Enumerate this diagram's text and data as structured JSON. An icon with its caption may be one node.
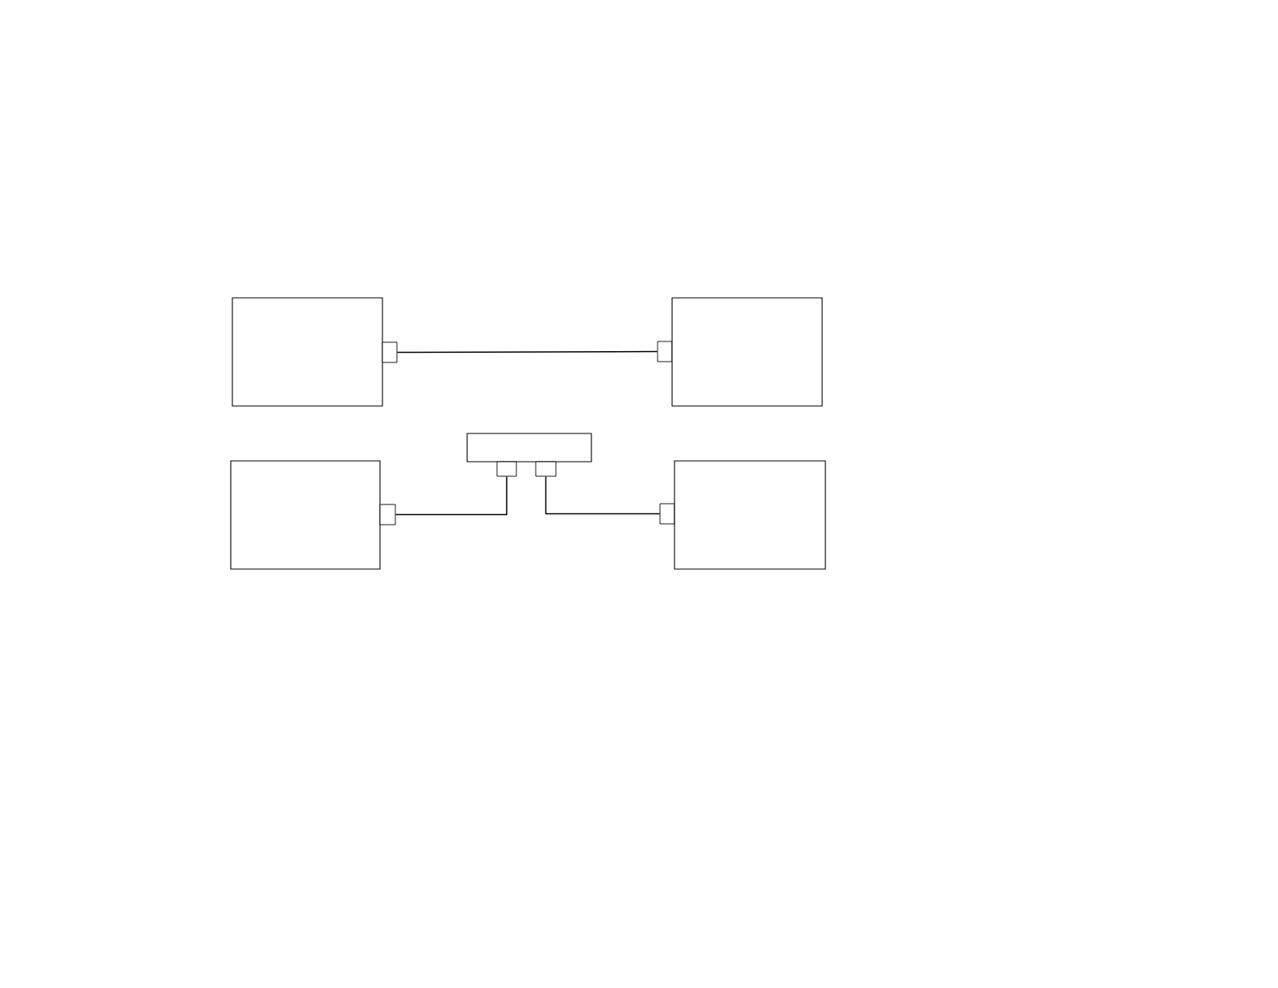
{
  "diagram": {
    "nodes": [
      {
        "text": [],
        "shape": "box"
      },
      {
        "text": [],
        "shape": "box"
      },
      {
        "text": [],
        "shape": "box"
      },
      {
        "text": [],
        "shape": "box"
      },
      {
        "text": [],
        "shape": "box"
      },
      {
        "text": [],
        "shape": "box"
      },
      {
        "text": [],
        "shape": "box"
      },
      {
        "text": [],
        "shape": "box"
      },
      {
        "text": [],
        "shape": "box"
      },
      {
        "text": [],
        "shape": "box"
      },
      {
        "text": [],
        "shape": "box"
      }
    ],
    "edges": [
      {
        "from": 1,
        "to": 2,
        "arrow": "none"
      },
      {
        "from": 8,
        "to": 5,
        "arrow": "none"
      },
      {
        "from": 6,
        "to": 9,
        "arrow": "none"
      }
    ]
  }
}
